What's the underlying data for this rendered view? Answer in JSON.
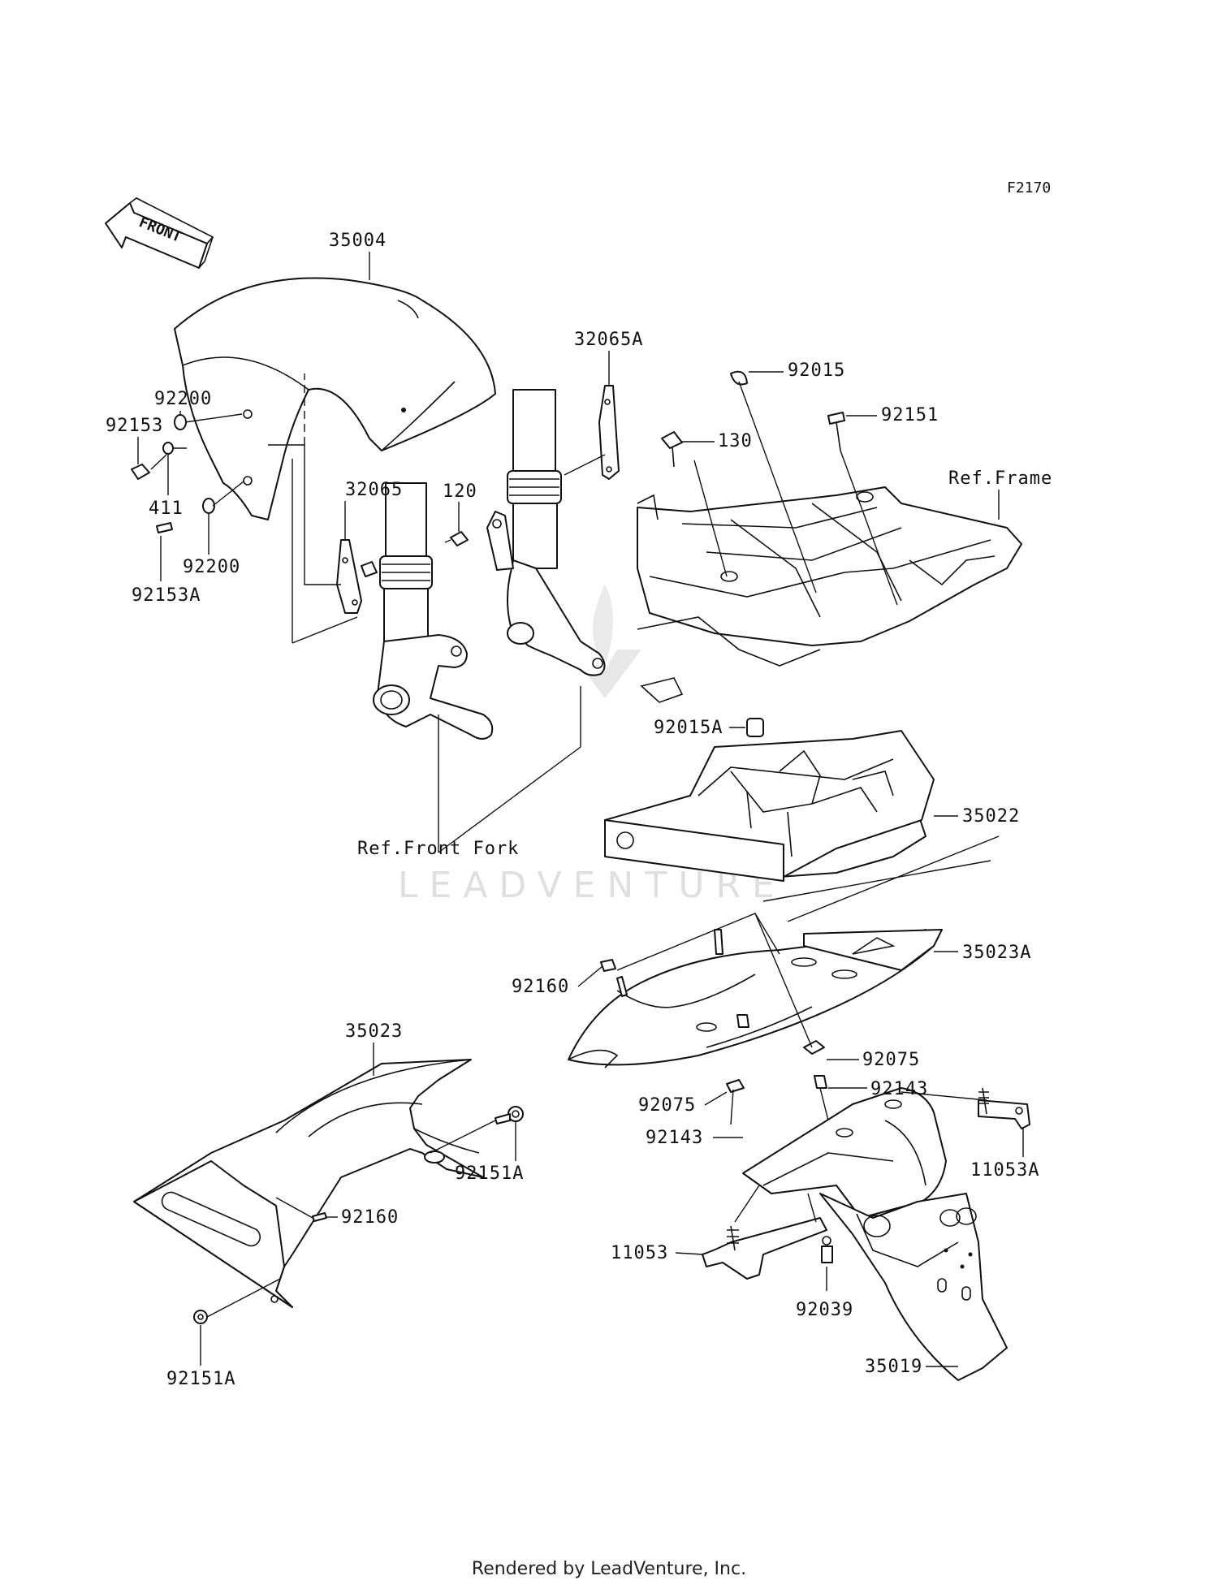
{
  "diagram_code": "F2170",
  "front_arrow_label": "FRONT",
  "watermark": "LEADVENTURE",
  "footer": "Rendered by LeadVenture, Inc.",
  "references": {
    "frame": "Ref.Frame",
    "front_fork": "Ref.Front Fork"
  },
  "parts": {
    "p35004": "35004",
    "p32065A": "32065A",
    "p92015": "92015",
    "p92151": "92151",
    "p130": "130",
    "p92200_top": "92200",
    "p92153": "92153",
    "p411": "411",
    "p92153A": "92153A",
    "p92200_bottom": "92200",
    "p32065": "32065",
    "p120": "120",
    "p92015A": "92015A",
    "p35022": "35022",
    "p35023A": "35023A",
    "p92160_right": "92160",
    "p92075_right": "92075",
    "p92075_left": "92075",
    "p92143_right": "92143",
    "p92143_left": "92143",
    "p35023": "35023",
    "p92151A_right": "92151A",
    "p92160_left": "92160",
    "p11053A": "11053A",
    "p11053": "11053",
    "p92039": "92039",
    "p92151A_bottom": "92151A",
    "p35019": "35019"
  }
}
